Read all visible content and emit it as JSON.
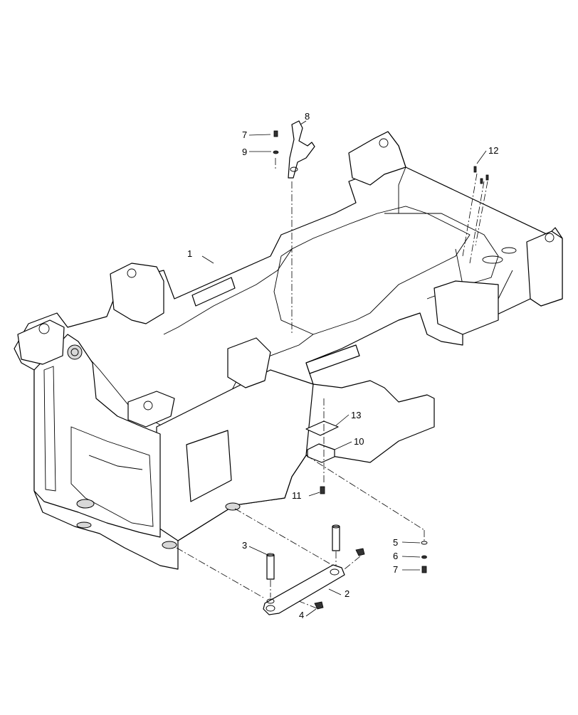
{
  "diagram": {
    "callouts": {
      "c1": "1",
      "c2": "2",
      "c3": "3",
      "c4": "4",
      "c5": "5",
      "c6": "6",
      "c7a": "7",
      "c7b": "7",
      "c8": "8",
      "c9": "9",
      "c10": "10",
      "c11": "11",
      "c12": "12",
      "c13": "13"
    }
  }
}
